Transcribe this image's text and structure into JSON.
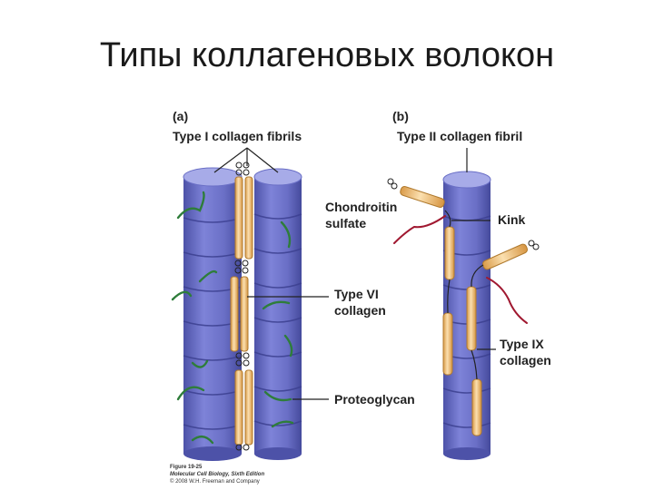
{
  "slide": {
    "title": "Типы коллагеновых волокон"
  },
  "panel_a": {
    "letter": "(a)",
    "heading": "Type I collagen fibrils",
    "labels": {
      "type6_line1": "Type VI",
      "type6_line2": "collagen",
      "proteoglycan": "Proteoglycan"
    }
  },
  "panel_b": {
    "letter": "(b)",
    "heading": "Type II collagen fibril",
    "labels": {
      "chondroitin_line1": "Chondroitin",
      "chondroitin_line2": "sulfate",
      "kink": "Kink",
      "type9_line1": "Type IX",
      "type9_line2": "collagen"
    }
  },
  "credit": {
    "line1": "Figure 19-25",
    "line2": "Molecular Cell Biology, Sixth Edition",
    "line3": "© 2008 W.H. Freeman and Company"
  },
  "colors": {
    "fibril_body": "#6f74cc",
    "fibril_top": "#a7abe8",
    "fibril_shade": "#4d52a8",
    "rod_fill": "#f4c27d",
    "rod_edge": "#b07a2e",
    "proteoglycan": "#2e7d3a",
    "chondroitin": "#a01830"
  }
}
